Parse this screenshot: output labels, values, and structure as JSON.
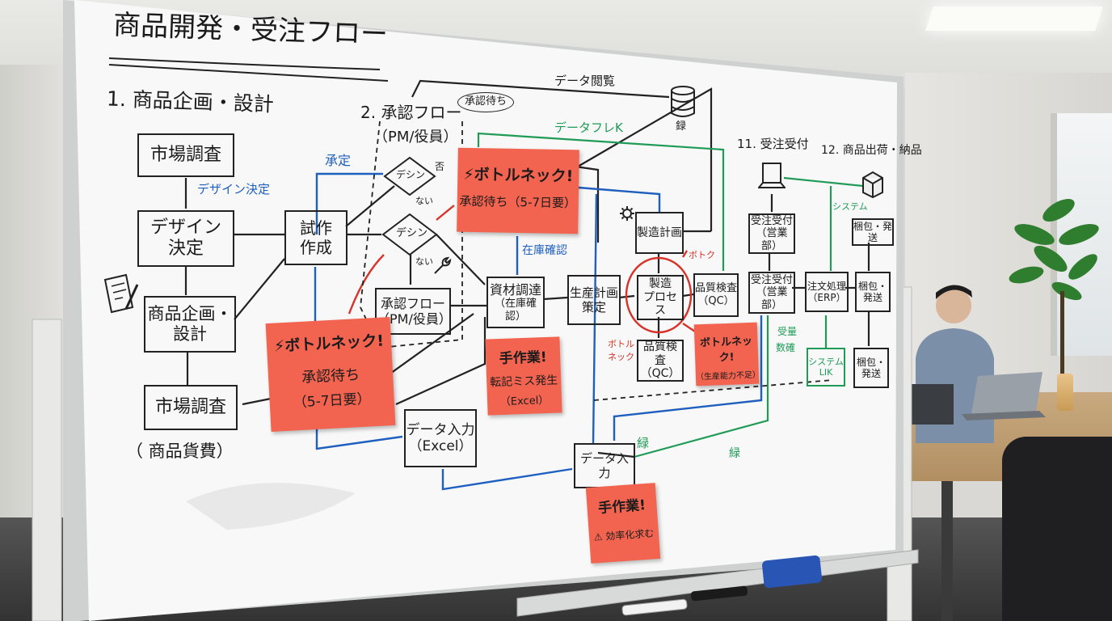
{
  "board": {
    "title": "商品開発・受注フロー",
    "section1": "1. 商品企画・設計",
    "section2_a": "2. 承認フロー",
    "section2_b": "（PM/役員）",
    "section11": "11. 受注受付",
    "section12": "12. 商品出荷・納品"
  },
  "boxes": {
    "market1": "市場調査",
    "design_a": "デザイン",
    "design_b": "決定",
    "plan_a": "商品企画・",
    "plan_b": "設計",
    "market2": "市場調査",
    "trial_a": "試作",
    "trial_b": "作成",
    "approve_a": "承認フロー",
    "approve_b": "（PM/役員）",
    "material_a": "資材調達",
    "material_b": "（在庫確認）",
    "prodplan_a": "生産計画",
    "prodplan_b": "策定",
    "mfgplan": "製造計画",
    "mfg_a": "製造",
    "mfg_b": "プロセス",
    "qc1_a": "品質検査",
    "qc1_b": "（QC）",
    "qc2_a": "品質検査",
    "qc2_b": "（QC）",
    "order1_a": "受注受付",
    "order1_b": "（営業部）",
    "order2_a": "受注受付",
    "order2_b": "（営業部）",
    "erp_a": "注文処理",
    "erp_b": "（ERP）",
    "pack1": "梱包・発送",
    "pack2_a": "梱包・",
    "pack2_b": "発送",
    "pack3_a": "梱包・",
    "pack3_b": "発送",
    "system_a": "システム",
    "system_b": "LIK",
    "datain1_a": "データ入力",
    "datain1_b": "（Excel）",
    "datain2": "データ入力",
    "decision1": "デシン",
    "decision2": "デシン"
  },
  "labels": {
    "design_decision": "デザイン決定",
    "approved": "承定",
    "no1": "ない",
    "no2": "ない",
    "waiting": "承認待ち",
    "data_link": "データ閲覧",
    "data_flow": "データフレK",
    "db_caption": "録",
    "stock_check": "在庫確認",
    "bottleneck_small1": "ボトク",
    "bottleneck_small2_a": "ボトル",
    "bottleneck_small2_b": "ネック",
    "system": "システム",
    "green1": "緑",
    "green2": "緑",
    "side_blue_a": "受量",
    "side_blue_b": "数確",
    "market_paren": "（ 商品貨費）",
    "tsuka": "否"
  },
  "notes": {
    "n1_title": "⚡ボトルネック!",
    "n1_body": "承認待ち（5-7日要）",
    "n2_title": "⚡ボトルネック!",
    "n2_body_a": "承認待ち",
    "n2_body_b": "（5-7日要）",
    "n3_title": "手作業!",
    "n3_body_a": "転記ミス発生",
    "n3_body_b": "（Excel）",
    "n4_title": "ボトルネック!",
    "n4_body": "（生産能力不足）",
    "n5_title": "手作業!",
    "n5_body": "⚠ 効率化求む"
  },
  "icons": [
    "database-icon",
    "laptop-icon",
    "box-icon",
    "gear-icon",
    "wrench-icon",
    "document-pen-icon",
    "lightning-icon"
  ],
  "colors": {
    "note": "#f26450",
    "blue_ink": "#1f5fbf",
    "green_ink": "#1f9b57",
    "red_ink": "#d8322a"
  }
}
